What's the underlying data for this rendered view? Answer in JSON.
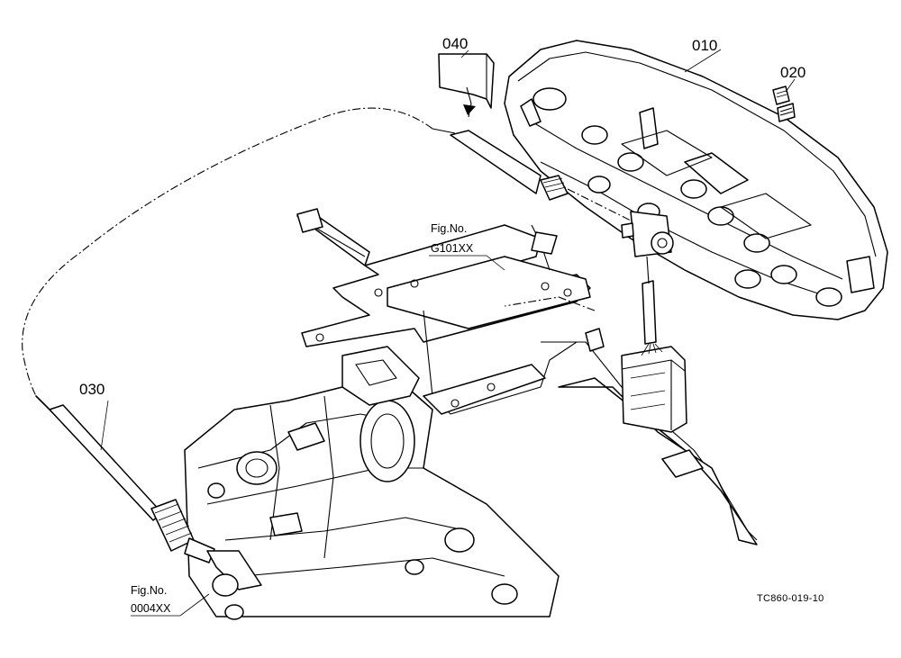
{
  "callouts": {
    "p010": "010",
    "p020": "020",
    "p030": "030",
    "p040": "040"
  },
  "references": {
    "upper": {
      "label": "Fig.No.",
      "code": "G101XX"
    },
    "lower": {
      "label": "Fig.No.",
      "code": "0004XX"
    }
  },
  "drawing_code": "TC860-019-10"
}
